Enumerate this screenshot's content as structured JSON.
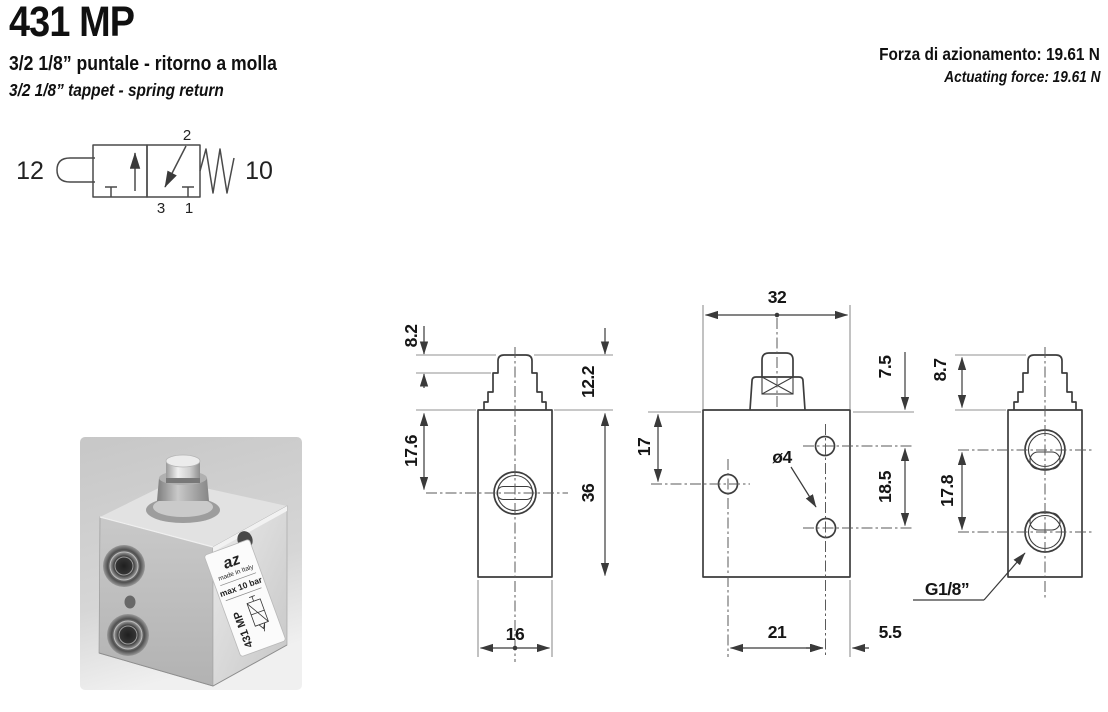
{
  "header": {
    "model": "431 MP",
    "subtitle_it": "3/2 1/8” puntale - ritorno a molla",
    "subtitle_en": "3/2 1/8” tappet - spring return",
    "force_it": "Forza di azionamento: 19.61 N",
    "force_en": "Actuating force: 19.61 N"
  },
  "symbol": {
    "actuator_label": "12",
    "spring_label": "10",
    "port_outlet": "2",
    "port_exhaust": "3",
    "port_inlet": "1"
  },
  "photo": {
    "brand": "az",
    "origin": "made in Italy",
    "rating": "max 10 bar",
    "model": "431 MP"
  },
  "dims": {
    "side_view": {
      "pin_extension": "8.2",
      "head_height": "12.2",
      "port_center_offset": "17.6",
      "body_height": "36",
      "body_width": "16"
    },
    "front_view": {
      "body_width": "32",
      "hole_top_offset": "7.5",
      "hole_left_offset": "17",
      "hole_diameter": "ø4",
      "hole_vertical_spacing": "18.5",
      "hole_horizontal_spacing": "21",
      "hole_edge_offset": "5.5"
    },
    "port_view": {
      "head_height": "8.7",
      "port_spacing": "17.8",
      "thread_size": "G1/8”"
    }
  }
}
